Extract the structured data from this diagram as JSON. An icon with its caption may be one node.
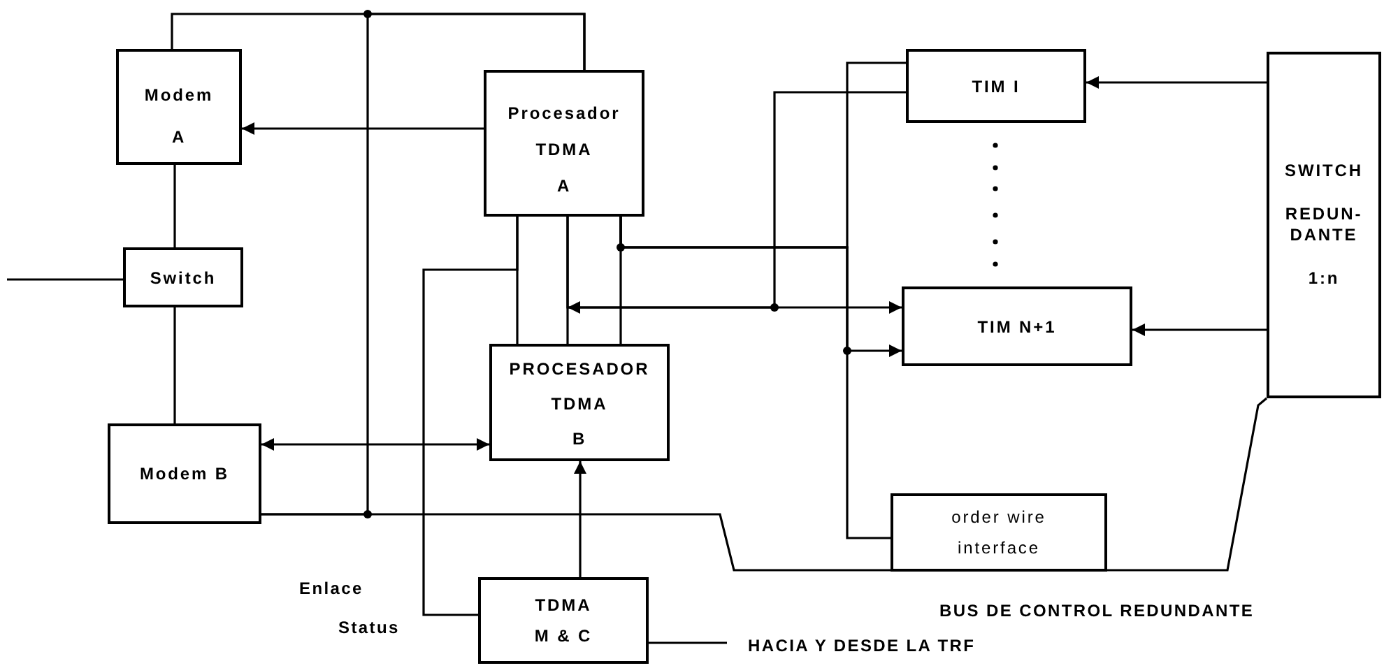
{
  "diagram": {
    "nodes": [
      {
        "text": [
          "Modem A"
        ]
      },
      {
        "text": [
          "Procesador TDMA A"
        ]
      },
      {
        "text": [
          "TIM I"
        ]
      },
      {
        "text": [
          "Switch"
        ]
      },
      {
        "text": [
          "SWITCH",
          "REDUN- DANTE",
          "1:n"
        ]
      },
      {
        "text": [
          "TIM N+1"
        ]
      },
      {
        "text": [
          "Modem B"
        ]
      },
      {
        "text": [
          "PROCESADOR TDMA B"
        ]
      },
      {
        "text": [
          "order wire interface"
        ]
      },
      {
        "text": [
          "TDMA",
          "M & C"
        ]
      }
    ],
    "edges": [
      {
        "from": 0,
        "to": 1,
        "arrow": "none"
      },
      {
        "from": 1,
        "to": 6,
        "arrow": "none"
      },
      {
        "from": 6,
        "to": 4,
        "arrow": "none"
      },
      {
        "from": 1,
        "to": 0,
        "arrow": "to"
      },
      {
        "from": 0,
        "to": 3,
        "arrow": "none"
      },
      {
        "from": 3,
        "to": 6,
        "arrow": "none"
      },
      {
        "from": null,
        "to": 3,
        "arrow": "none"
      },
      {
        "from": 6,
        "to": 7,
        "arrow": "both"
      },
      {
        "from": 1,
        "to": 7,
        "arrow": "none"
      },
      {
        "from": 1,
        "to": 7,
        "arrow": "none"
      },
      {
        "from": 1,
        "to": 7,
        "arrow": "none"
      },
      {
        "from": 9,
        "to": 1,
        "arrow": "none"
      },
      {
        "from": 7,
        "to": 5,
        "arrow": "both"
      },
      {
        "from": 1,
        "to": 2,
        "arrow": "none"
      },
      {
        "from": 1,
        "to": 2,
        "arrow": "none"
      },
      {
        "from": 1,
        "to": 5,
        "arrow": "to"
      },
      {
        "from": 1,
        "to": 8,
        "arrow": "none"
      },
      {
        "from": 4,
        "to": 2,
        "arrow": "to"
      },
      {
        "from": 4,
        "to": 5,
        "arrow": "to"
      },
      {
        "from": 9,
        "to": 7,
        "arrow": "to"
      },
      {
        "from": 9,
        "to": null,
        "arrow": "none"
      }
    ],
    "labels": [
      "Enlace",
      "Status",
      "BUS DE CONTROL REDUNDANTE",
      "HACIA Y DESDE LA TRF"
    ]
  }
}
